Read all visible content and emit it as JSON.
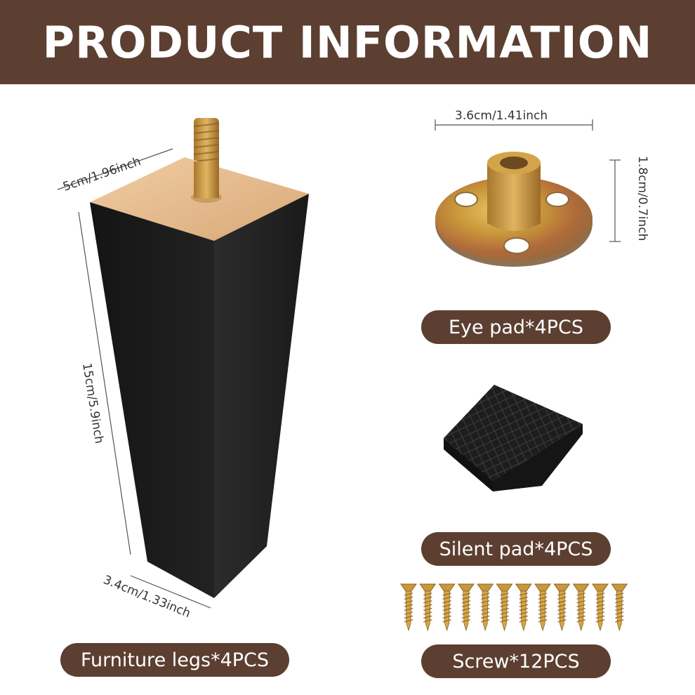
{
  "header": {
    "title": "PRODUCT INFORMATION"
  },
  "leg": {
    "width_label": "5cm/1.96inch",
    "height_label": "15cm/5.9inch",
    "bottom_label": "3.4cm/1.33inch",
    "caption": "Furniture legs*4PCS"
  },
  "eye_pad": {
    "width_label": "3.6cm/1.41inch",
    "height_label": "1.8cm/0.7inch",
    "caption": "Eye pad*4PCS"
  },
  "silent_pad": {
    "caption": "Silent pad*4PCS"
  },
  "screw": {
    "caption": "Screw*12PCS",
    "count": 12
  },
  "colors": {
    "brand": "#5c3f31",
    "leg": "#1c1c1c",
    "wood": "#e6b88a",
    "metal": "#c99a3c"
  }
}
